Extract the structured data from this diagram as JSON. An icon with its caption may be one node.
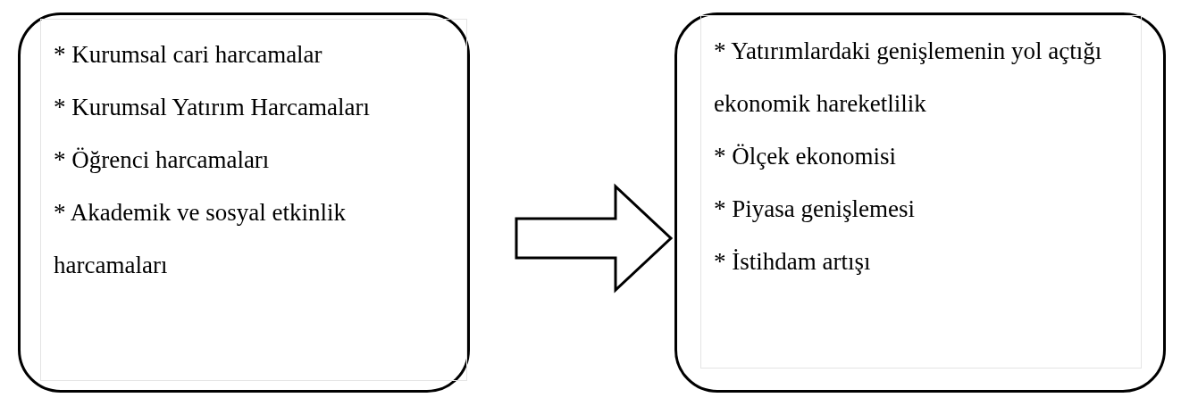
{
  "diagram": {
    "nodes": [
      {
        "text": [
          "* Kurumsal cari harcamalar",
          "* Kurumsal Yatırım Harcamaları",
          "* Öğrenci harcamaları",
          "* Akademik ve sosyal etkinlik harcamaları"
        ]
      },
      {
        "text": [
          "* Yatırımlardaki genişlemenin yol açtığı ekonomik hareketlilik",
          "* Ölçek ekonomisi",
          "* Piyasa genişlemesi",
          "* İstihdam artışı"
        ]
      }
    ],
    "edges": [
      {
        "from": 0,
        "to": 1,
        "arrow": "to"
      }
    ]
  }
}
